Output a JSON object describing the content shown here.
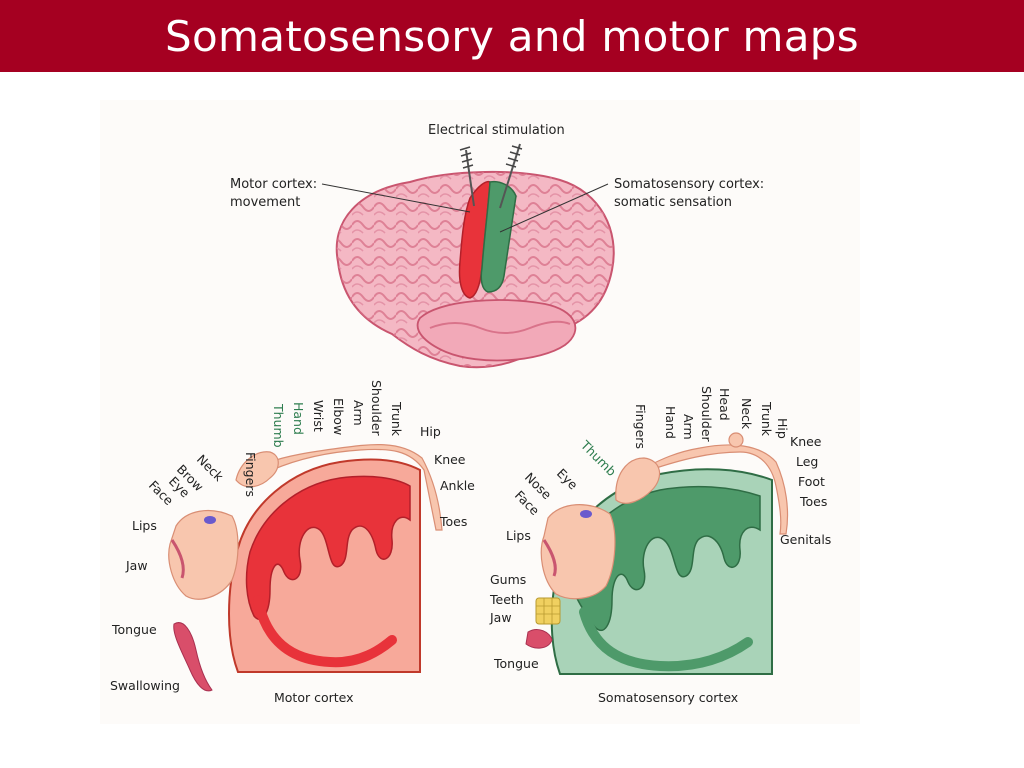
{
  "slide": {
    "title": "Somatosensory and motor maps"
  },
  "colors": {
    "title_bar": "#a50021",
    "motor": "#e8333a",
    "motor_light": "#f7a99a",
    "sensory": "#4e9a6a",
    "sensory_light": "#a9d3b8",
    "brain": "#f4b8c4",
    "skin": "#f8c6ae"
  },
  "brain": {
    "stimulation": "Electrical stimulation",
    "motor_line1": "Motor cortex:",
    "motor_line2": "movement",
    "sensory_line1": "Somatosensory cortex:",
    "sensory_line2": "somatic sensation"
  },
  "motor_map": {
    "caption": "Motor cortex",
    "labels": {
      "fingers": "Fingers",
      "thumb": "Thumb",
      "hand": "Hand",
      "wrist": "Wrist",
      "elbow": "Elbow",
      "arm": "Arm",
      "shoulder": "Shoulder",
      "trunk": "Trunk",
      "hip": "Hip",
      "knee": "Knee",
      "ankle": "Ankle",
      "toes": "Toes",
      "neck": "Neck",
      "brow": "Brow",
      "eye": "Eye",
      "face": "Face",
      "lips": "Lips",
      "jaw": "Jaw",
      "tongue": "Tongue",
      "swallowing": "Swallowing"
    }
  },
  "sensory_map": {
    "caption": "Somatosensory cortex",
    "labels": {
      "fingers": "Fingers",
      "thumb": "Thumb",
      "hand": "Hand",
      "arm": "Arm",
      "shoulder": "Shoulder",
      "head": "Head",
      "neck": "Neck",
      "trunk": "Trunk",
      "hip": "Hip",
      "knee": "Knee",
      "leg": "Leg",
      "foot": "Foot",
      "toes": "Toes",
      "genitals": "Genitals",
      "eye": "Eye",
      "nose": "Nose",
      "face": "Face",
      "lips": "Lips",
      "gums": "Gums",
      "teeth": "Teeth",
      "jaw": "Jaw",
      "tongue": "Tongue"
    }
  }
}
